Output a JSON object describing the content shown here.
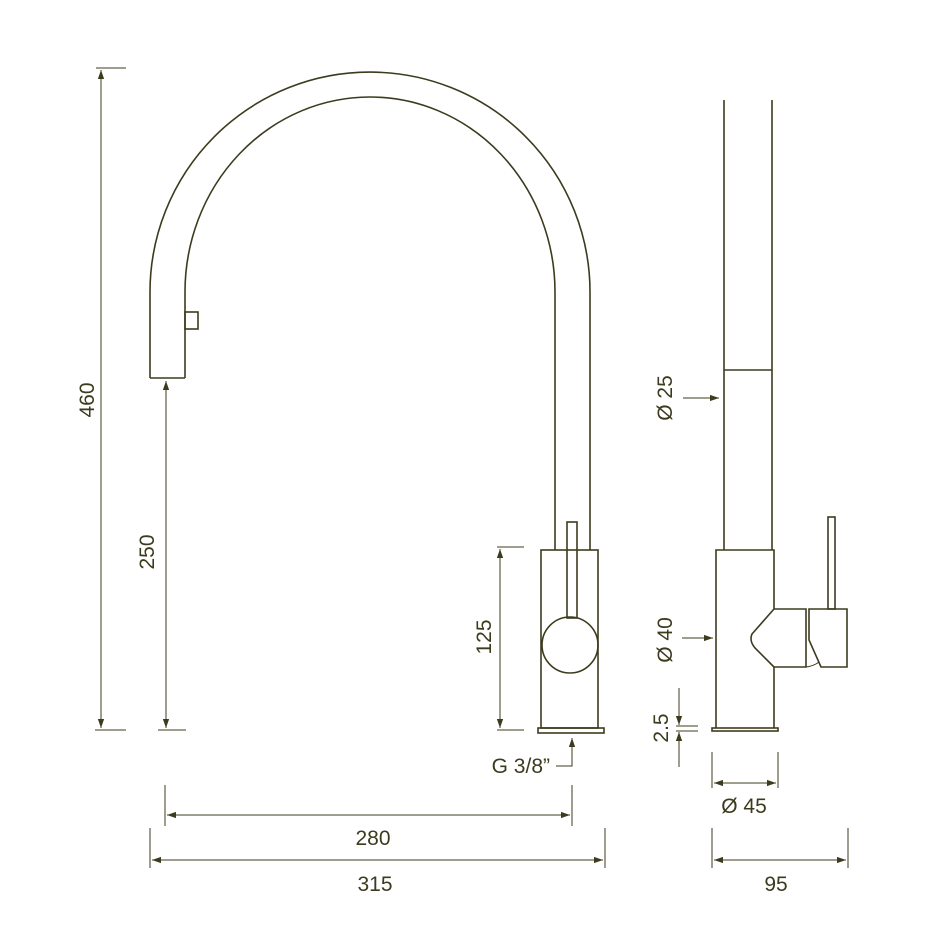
{
  "drawing": {
    "title": "Kitchen mixer tap dimensions",
    "color": "#3d3b1e",
    "front_view": {
      "height_total": "460",
      "spout_height": "250",
      "body_height": "125",
      "connection": "G 3/8”",
      "reach": "280",
      "width_total": "315"
    },
    "side_view": {
      "spout_diameter": "Ø 25",
      "body_diameter": "Ø 40",
      "base_thickness": "2.5",
      "base_diameter": "Ø 45",
      "depth_total": "95"
    }
  }
}
